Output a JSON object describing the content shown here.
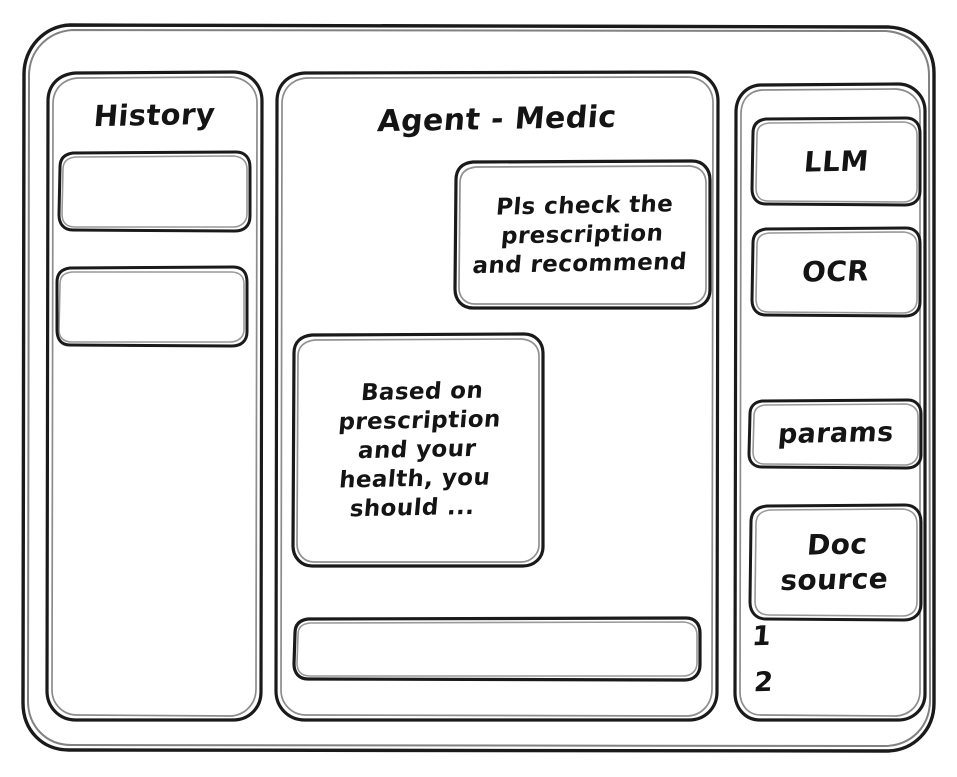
{
  "window": {
    "name": "agent-medic-wireframe"
  },
  "sidebar_left": {
    "title": "History",
    "items": [
      {
        "label": ""
      },
      {
        "label": ""
      }
    ]
  },
  "main": {
    "title": "Agent - Medic",
    "messages": [
      {
        "role": "user",
        "text": "Pls check the\nprescription\nand recommend"
      },
      {
        "role": "assistant",
        "text": "Based on\nprescription\nand your\nhealth, you\nshould ..."
      }
    ],
    "composer": {
      "value": "",
      "placeholder": ""
    }
  },
  "sidebar_right": {
    "tools": [
      {
        "label": "LLM"
      },
      {
        "label": "OCR"
      },
      {
        "label": "params"
      },
      {
        "label": "Doc\nsource"
      }
    ],
    "doc_refs": [
      {
        "label": "1"
      },
      {
        "label": "2"
      }
    ]
  },
  "style": {
    "stroke": "#1a1a1a",
    "background": "#ffffff"
  }
}
